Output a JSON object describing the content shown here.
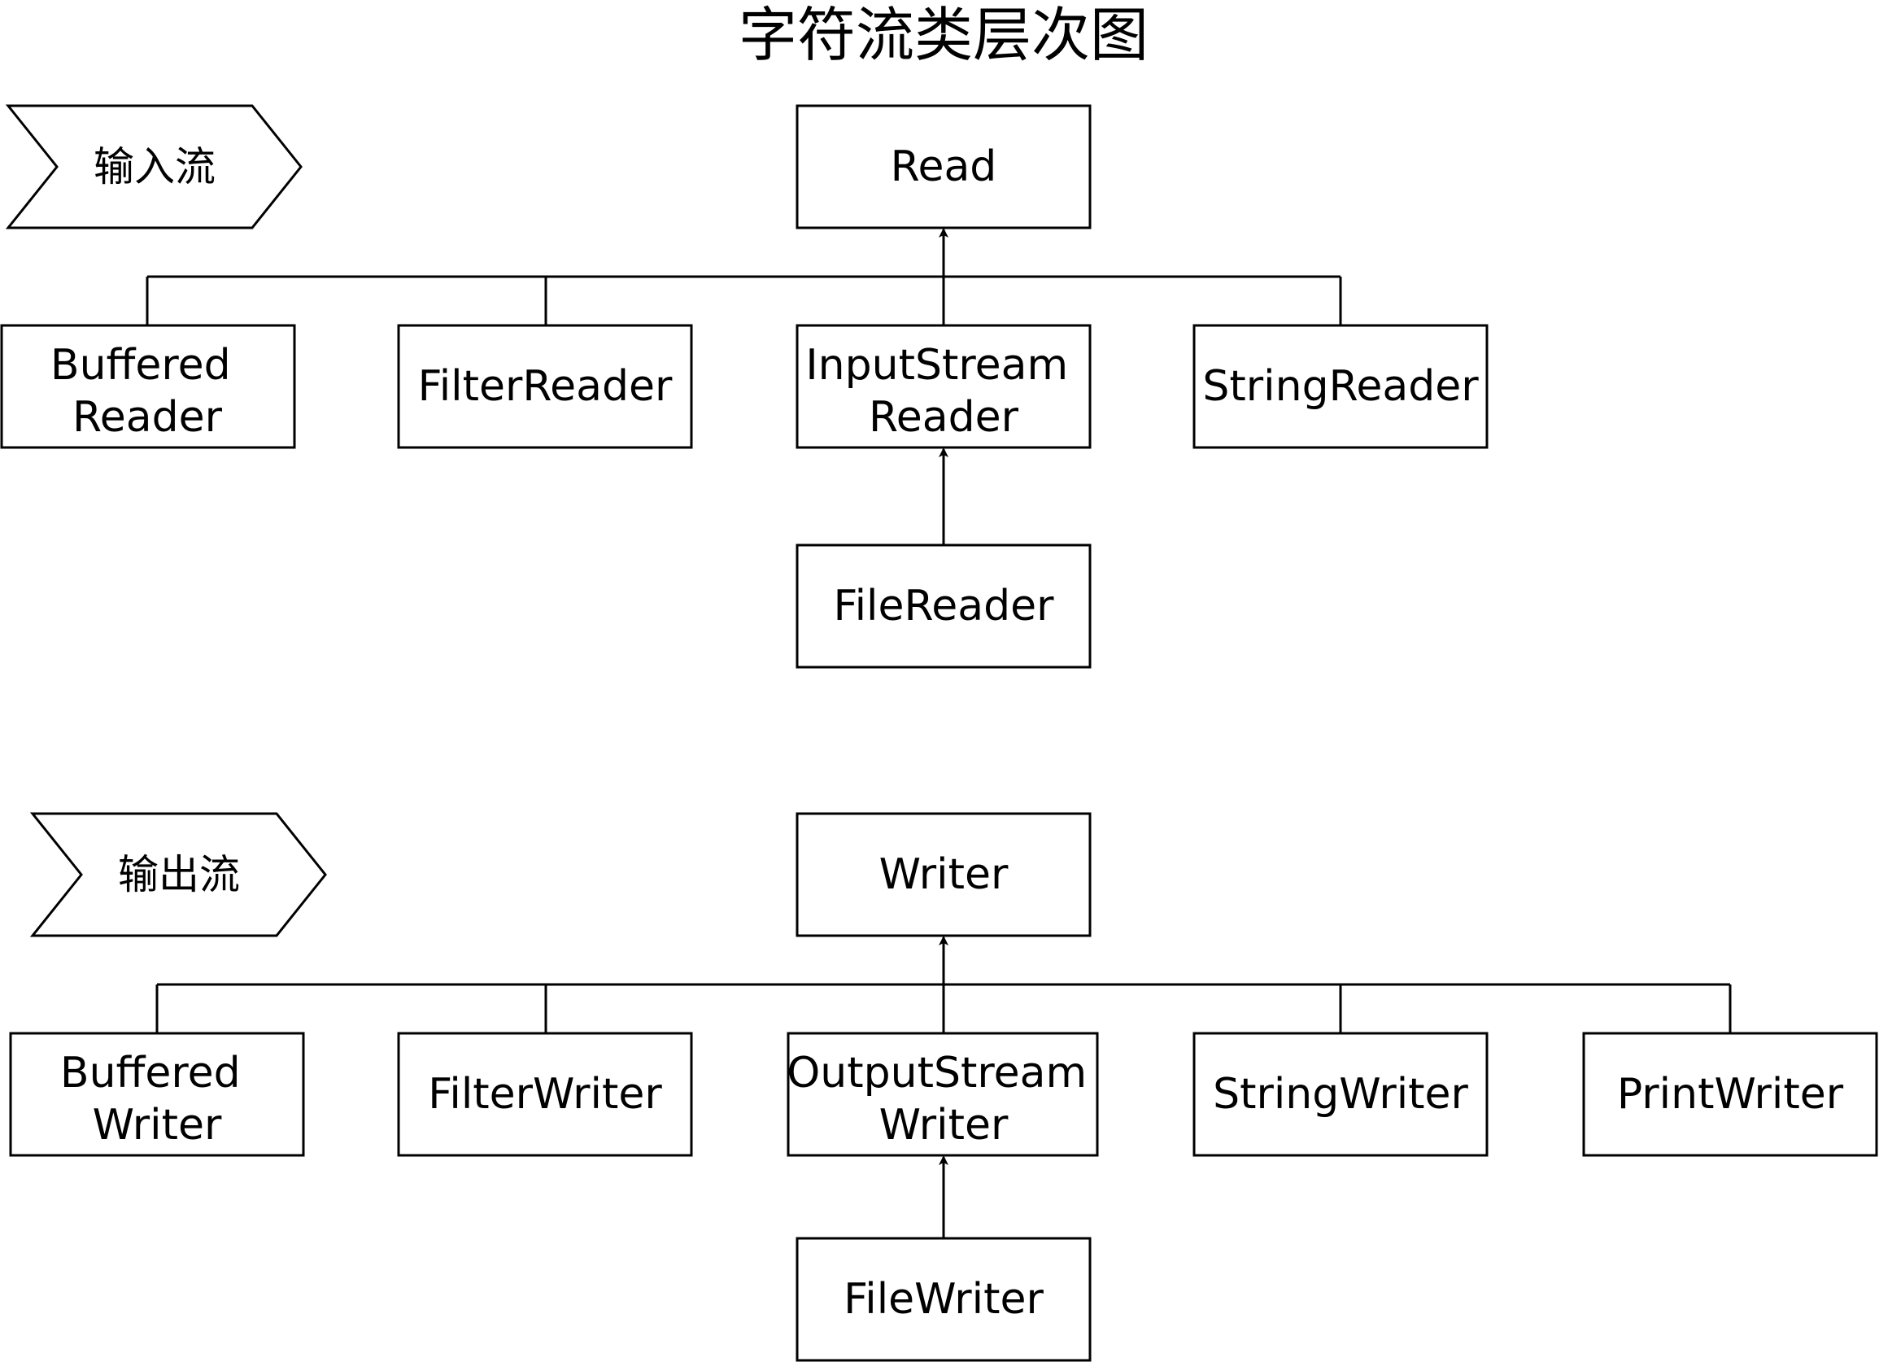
{
  "title": "字符流类层次图",
  "colors": {
    "stroke": "#000000",
    "background": "#ffffff"
  },
  "input": {
    "tag": "输入流",
    "root": "Read",
    "children": [
      {
        "lines": [
          "Buffered",
          "Reader"
        ]
      },
      {
        "lines": [
          "FilterReader"
        ]
      },
      {
        "lines": [
          "InputStream",
          "Reader"
        ]
      },
      {
        "lines": [
          "StringReader"
        ]
      }
    ],
    "sub": [
      "FileReader"
    ]
  },
  "output": {
    "tag": "输出流",
    "root": "Writer",
    "children": [
      {
        "lines": [
          "Buffered",
          "Writer"
        ]
      },
      {
        "lines": [
          "FilterWriter"
        ]
      },
      {
        "lines": [
          "OutputStream",
          "Writer"
        ]
      },
      {
        "lines": [
          "StringWriter"
        ]
      },
      {
        "lines": [
          "PrintWriter"
        ]
      }
    ],
    "sub": [
      "FileWriter"
    ]
  }
}
